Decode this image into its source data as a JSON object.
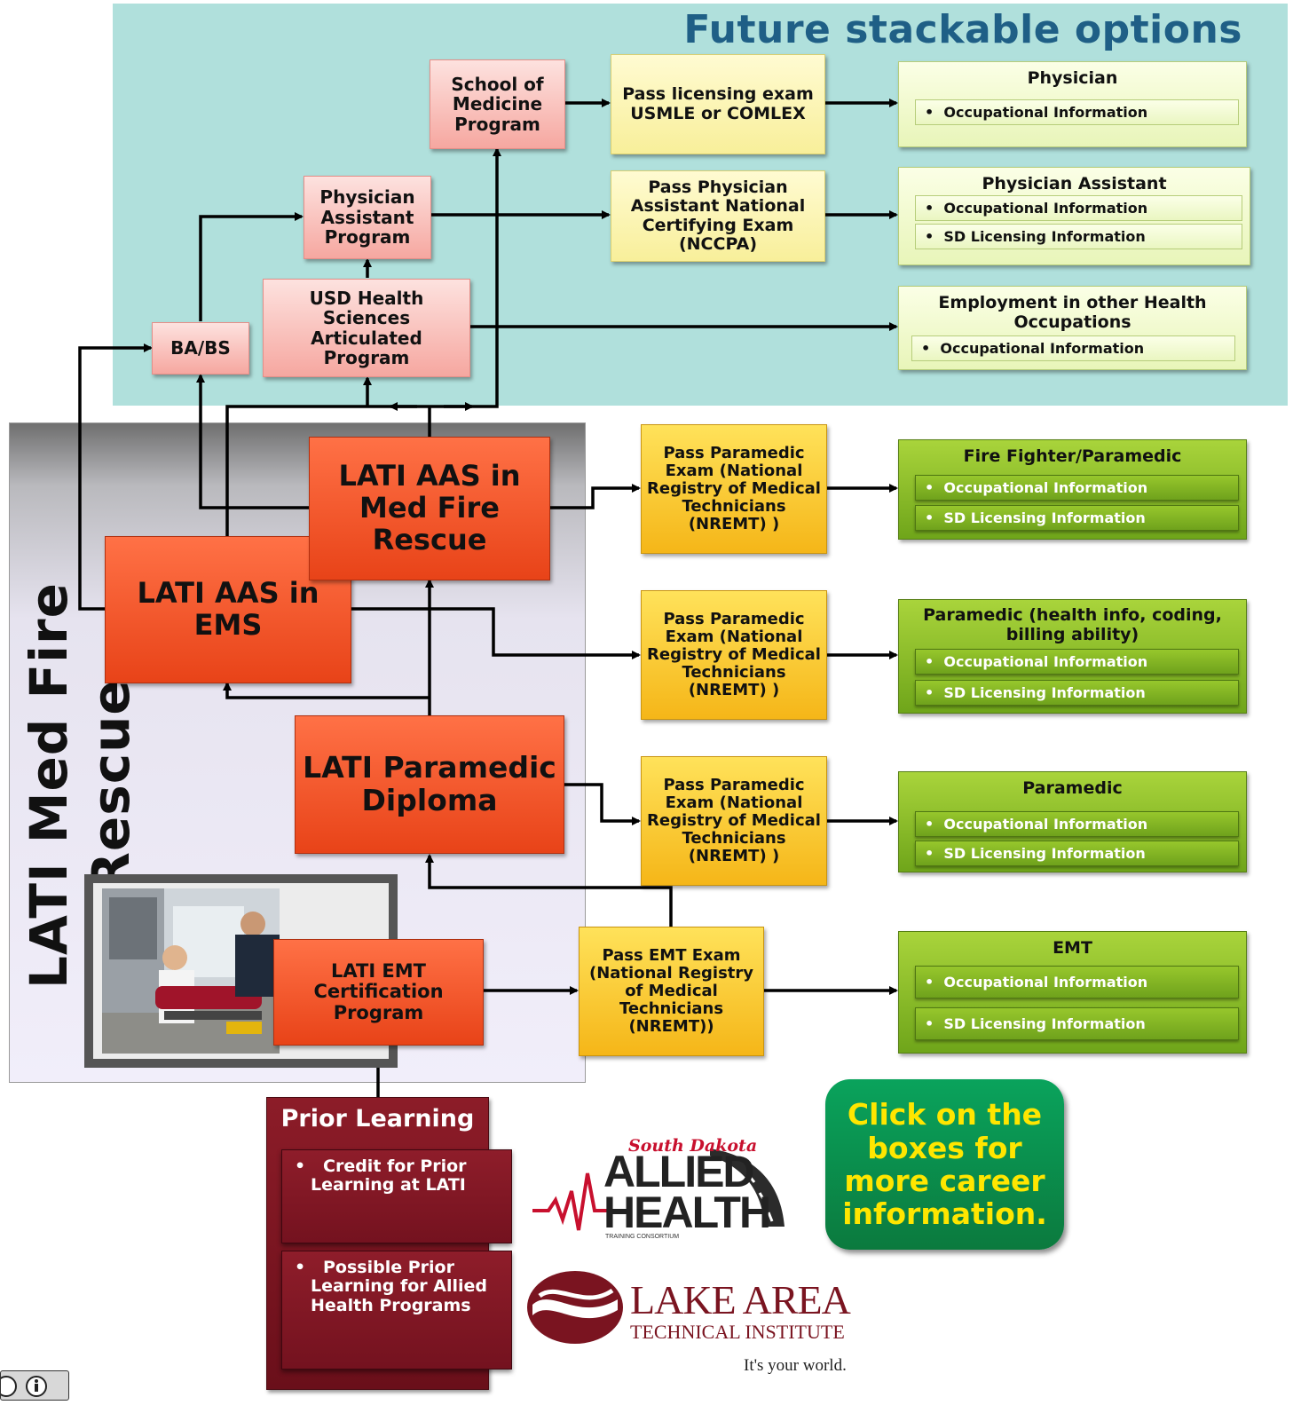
{
  "future": {
    "title": "Future stackable options"
  },
  "sidebar": {
    "title": "LATI Med Fire Rescue"
  },
  "programs": {
    "school_of_medicine": "School of Medicine Program",
    "pa_program": "Physician Assistant Program",
    "usd": "USD Health Sciences Articulated Program",
    "babs": "BA/BS",
    "aas_mfr": "LATI AAS in Med Fire Rescue",
    "aas_ems": "LATI AAS in EMS",
    "paramedic_diploma": "LATI Paramedic Diploma",
    "emt_cert": "LATI EMT Certification Program"
  },
  "exams": {
    "usmle": "Pass licensing exam USMLE or COMLEX",
    "nccpa": "Pass Physician Assistant National Certifying Exam (NCCPA)",
    "nremt_1": "Pass Paramedic Exam (National Registry of Medical Technicians (NREMT) )",
    "nremt_2": "Pass Paramedic Exam (National Registry of Medical Technicians (NREMT) )",
    "nremt_3": "Pass Paramedic Exam (National Registry of Medical Technicians (NREMT) )",
    "emt_exam": "Pass EMT Exam (National Registry of Medical Technicians (NREMT))"
  },
  "careers": {
    "physician": {
      "title": "Physician",
      "items": [
        "Occupational Information"
      ]
    },
    "physician_assistant": {
      "title": "Physician Assistant",
      "items": [
        "Occupational Information",
        "SD Licensing Information"
      ]
    },
    "employment_other": {
      "title": "Employment in other Health Occupations",
      "items": [
        "Occupational Information"
      ]
    },
    "fire_fighter": {
      "title": "Fire Fighter/Paramedic",
      "items": [
        "Occupational Information",
        "SD Licensing Information"
      ]
    },
    "paramedic_coding": {
      "title": "Paramedic (health info, coding, billing ability)",
      "items": [
        "Occupational Information",
        "SD Licensing Information"
      ]
    },
    "paramedic": {
      "title": "Paramedic",
      "items": [
        "Occupational Information",
        "SD Licensing Information"
      ]
    },
    "emt": {
      "title": "EMT",
      "items": [
        "Occupational Information",
        "SD Licensing Information"
      ]
    }
  },
  "prior_learning": {
    "title": "Prior Learning",
    "items": [
      "Credit for Prior Learning at LATI",
      "Possible Prior Learning for Allied Health Programs"
    ]
  },
  "callout": "Click on the boxes for more career information.",
  "logos": {
    "allied": {
      "script": "South Dakota",
      "line1": "ALLIED",
      "line2": "HEALTH",
      "tag": "TRAINING CONSORTIUM"
    },
    "lake_area": {
      "line1": "LAKE AREA",
      "line2": "TECHNICAL INSTITUTE",
      "tagline": "It's your world."
    }
  },
  "colors": {
    "future_bg": "#b0e0dc",
    "title_blue": "#1f5f86",
    "orange": "#e84318",
    "gold": "#f5b618",
    "green": "#6fa51a",
    "maroon": "#7a1420",
    "callout_text": "#ffe600"
  }
}
